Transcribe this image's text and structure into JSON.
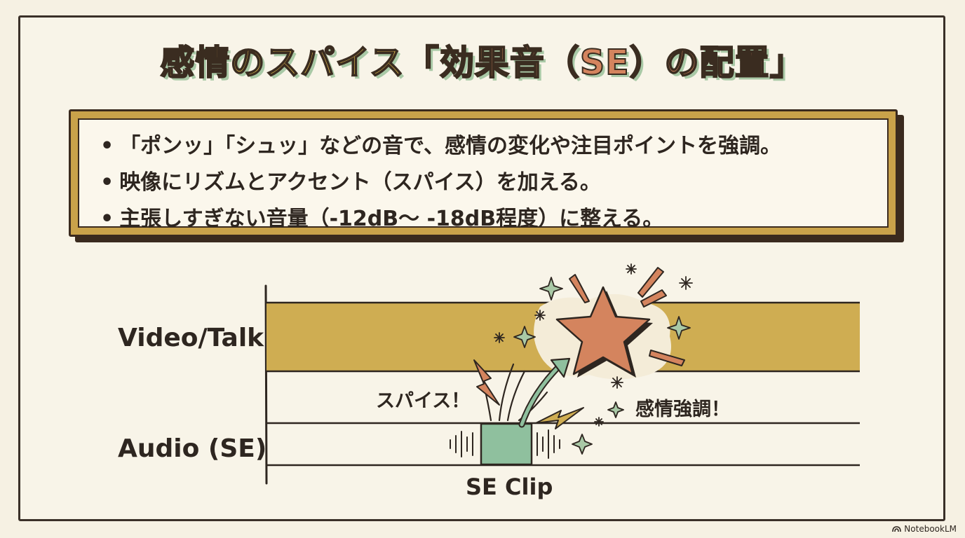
{
  "title": {
    "part1": "感情のスパイス",
    "part2": "「効果音（SE）の配置」"
  },
  "bullets": [
    "「ポンッ」「シュッ」などの音で、感情の変化や注目ポイントを強調。",
    "映像にリズムとアクセント（スパイス）を加える。",
    "主張しすぎない音量（-12dB～ -18dB程度）に整える。"
  ],
  "tracks": {
    "video_label": "Video/Talk",
    "audio_label": "Audio (SE)",
    "clip_label": "SE Clip"
  },
  "notes": {
    "spice": "スパイス！",
    "emotion": "感情強調！"
  },
  "footer": {
    "brand": "NotebookLM"
  },
  "colors": {
    "background": "#f6f1e3",
    "video_track": "#cfad52",
    "se_clip": "#8fc09e",
    "star": "#d4845e",
    "sparkle": "#a9c9a6",
    "outline": "#3a2c20"
  },
  "icons": [
    "star-icon",
    "sparkle-icon",
    "arrow-icon",
    "lightning-icon",
    "sound-wave-icon",
    "notebooklm-logo-icon"
  ]
}
